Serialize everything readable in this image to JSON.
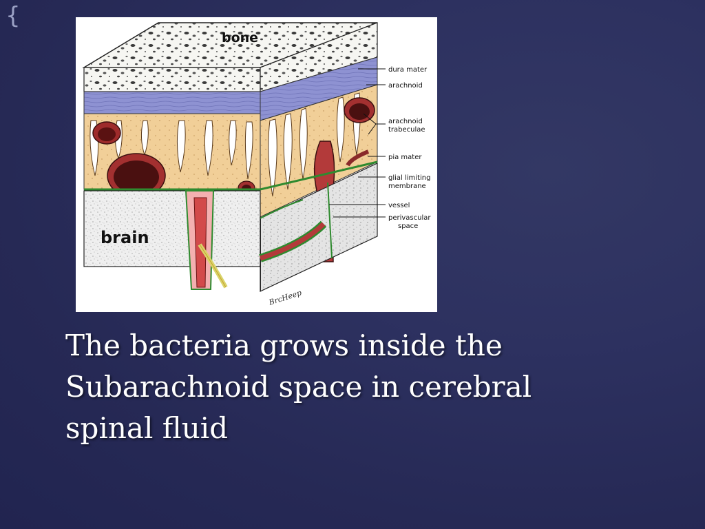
{
  "slide": {
    "caption": "The bacteria grows inside the Subarachnoid space in cerebral spinal fluid"
  },
  "diagram": {
    "region_labels": {
      "bone": "bone",
      "brain": "brain"
    },
    "callouts": {
      "dura_mater": "dura mater",
      "arachnoid": "arachnoid",
      "arachnoid_trabeculae_1": "arachnoid",
      "arachnoid_trabeculae_2": "trabeculae",
      "pia_mater": "pia mater",
      "glial_limiting_1": "glial limiting",
      "glial_limiting_2": "membrane",
      "vessel": "vessel",
      "perivascular_1": "perivascular",
      "perivascular_2": "space"
    },
    "signature": "BrcHeep"
  },
  "colors": {
    "background": "#282b58",
    "bone": "#f4f4f0",
    "dura": "#8c90cf",
    "arachnoid_space": "#f3d3a0",
    "vessel": "#9e2b2b",
    "pia": "#2f8a2f",
    "brain": "#ececec"
  }
}
